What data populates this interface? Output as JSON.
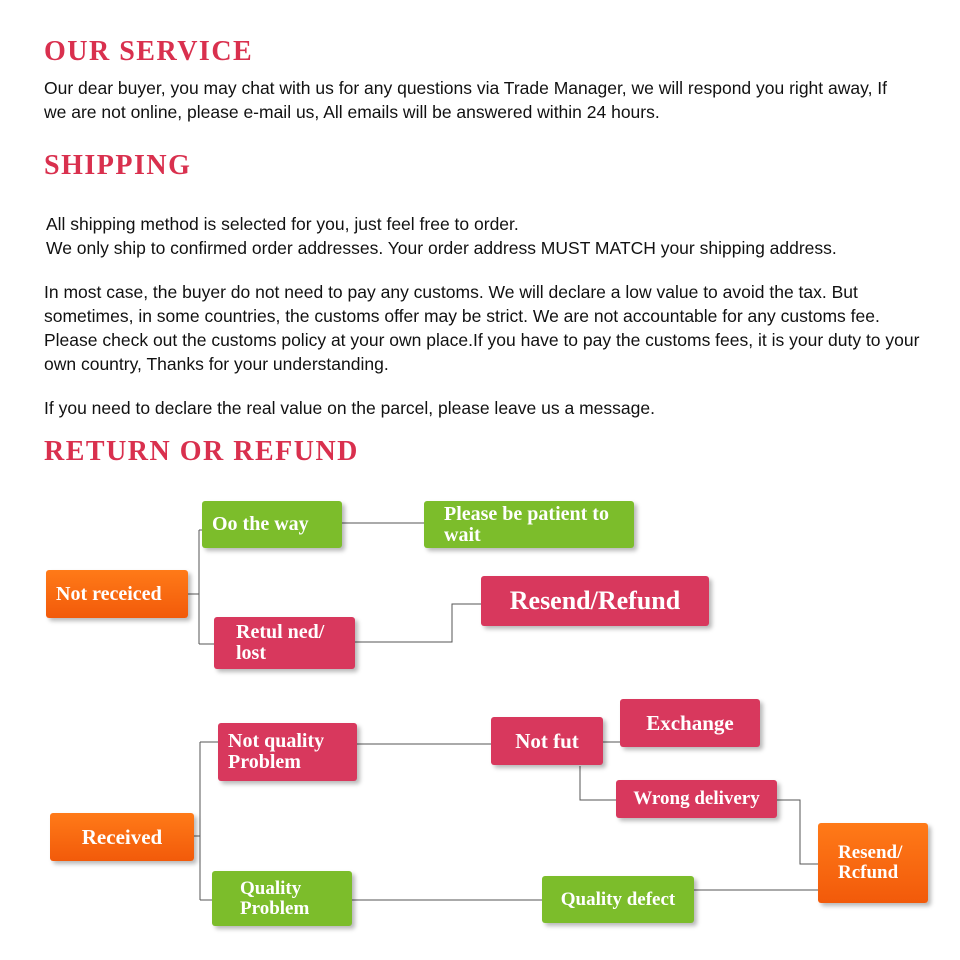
{
  "sections": {
    "service": {
      "title": "OUR SERVICE",
      "text": "Our dear buyer, you may chat with us for any questions via Trade Manager, we will respond you right away, If we are not online, please e-mail us, All emails will be answered within 24 hours."
    },
    "shipping": {
      "title": "SHIPPING",
      "line1": "All shipping method is selected for you, just feel free to order.",
      "line2": "We only ship to confirmed order addresses. Your order address MUST MATCH your shipping address.",
      "customs": "In most case, the buyer do not need to pay any customs. We will declare a low value to avoid the tax. But sometimes, in some countries, the customs offer may be strict. We are not accountable for any customs fee. Please check out the customs policy at your own place.If you have to pay the customs fees, it is your duty to your own country, Thanks for your understanding.",
      "declare": "If you need to declare the real value on the parcel, please leave us a message."
    },
    "refund": {
      "title": "RETURN OR REFUND"
    }
  },
  "flow": {
    "not_received": "Not receiced",
    "on_the_way": "Oo the way",
    "be_patient": "Please be patient to wait",
    "returned_lost": "Retul ned/ lost",
    "resend_refund_top": "Resend/Refund",
    "received": "Received",
    "not_quality": "Not quality Problem",
    "not_fit": "Not fut",
    "exchange": "Exchange",
    "wrong_delivery": "Wrong delivery",
    "resend_refund_bottom": "Resend/ Rcfund",
    "quality_problem": "Quality Problem",
    "quality_defect": "Quality defect"
  },
  "colors": {
    "heading": "#d9304e",
    "green": "#7cbd2b",
    "pink": "#d8385d",
    "orange": "#f56a10"
  }
}
